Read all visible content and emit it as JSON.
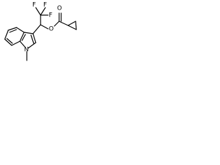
{
  "molecule": {
    "atoms": {
      "f1": "F",
      "f2": "F",
      "f3": "F",
      "o_ester": "O",
      "o_carbonyl": "O",
      "n_indole": "N"
    }
  },
  "colors": {
    "bond": "#000000",
    "label": "#000000",
    "background": "#ffffff"
  }
}
